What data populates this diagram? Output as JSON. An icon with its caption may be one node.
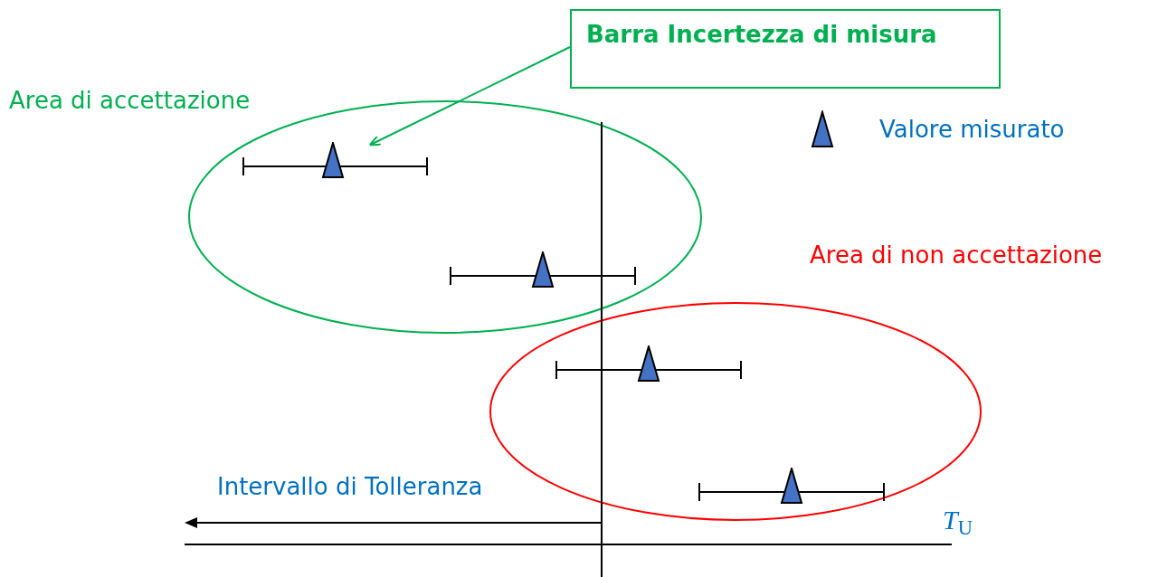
{
  "diagram": {
    "nodes": [
      {
        "text": [
          "Barra Incertezza di misura"
        ]
      },
      {
        "text": [],
        "shape": "bar"
      },
      {
        "text": [],
        "shape": "bar"
      },
      {
        "text": [],
        "shape": "bar"
      },
      {
        "text": [],
        "shape": "bar"
      }
    ],
    "edges": [
      {
        "from": 0,
        "to": 1,
        "arrow": "to",
        "color": "#00b050"
      }
    ],
    "labels": [
      "Area di accettazione",
      "Area di non accettazione",
      "Intervallo di Tolleranza",
      "*T*$_{U}$"
    ],
    "legend": [
      {
        "text": "Valore misurato"
      }
    ]
  }
}
